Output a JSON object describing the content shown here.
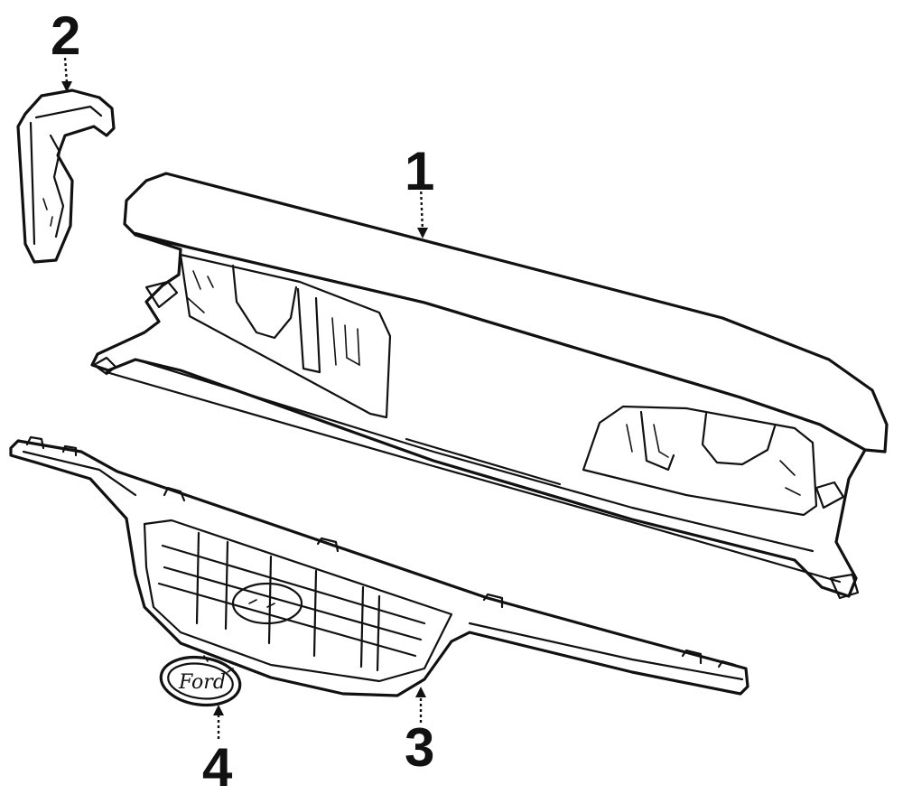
{
  "diagram": {
    "callouts": [
      {
        "id": "part-1",
        "label": "1"
      },
      {
        "id": "part-2",
        "label": "2"
      },
      {
        "id": "part-3",
        "label": "3"
      },
      {
        "id": "part-4",
        "label": "4"
      }
    ],
    "emblem_lettering": "Ford"
  }
}
